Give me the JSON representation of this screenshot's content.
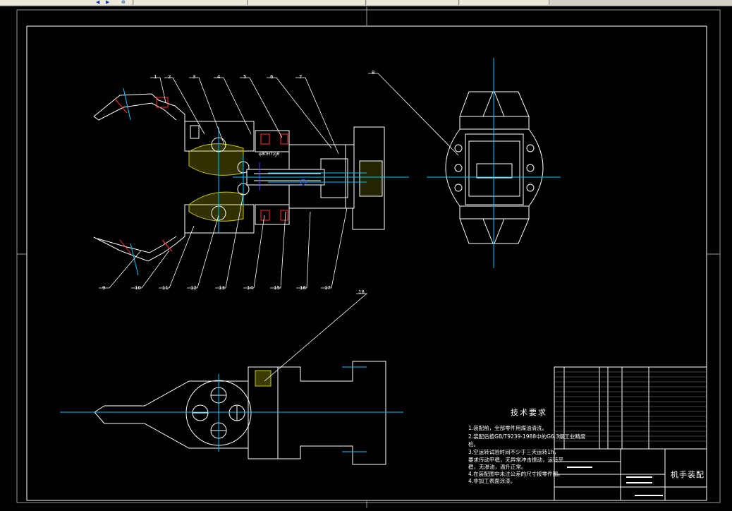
{
  "window": {
    "toolbar_icons": [
      "back-icon",
      "forward-icon",
      "zoom-icon"
    ]
  },
  "drawing": {
    "title": "机手装配",
    "part_labels": [
      "1",
      "2",
      "3",
      "4",
      "5",
      "6",
      "7",
      "8",
      "9",
      "10",
      "11",
      "12",
      "13",
      "14",
      "15",
      "16",
      "17",
      "18"
    ],
    "dimension_note": "φ80H7/g6",
    "tech_requirements": {
      "heading": "技术要求",
      "lines": [
        "1.装配前，全部零件用煤油清洗。",
        "2.装配后按GB/T9239-1988中的G6.3级工业精度",
        "检。",
        "3.空运转试验时间不少于三天运转1h，",
        "要求传动平稳，无异常冲击振动，运转平",
        "稳，无渗油，温升正常。",
        "4.在装配图中未注公差的尺寸按零件图。",
        "4.非加工表面涂漆。"
      ]
    },
    "colors": {
      "outline": "#ffffff",
      "center_line": "#00c8ff",
      "hatch": "#c8c800",
      "section": "#ff3030",
      "bolt": "#4040ff",
      "leader": "#ffffff"
    }
  }
}
